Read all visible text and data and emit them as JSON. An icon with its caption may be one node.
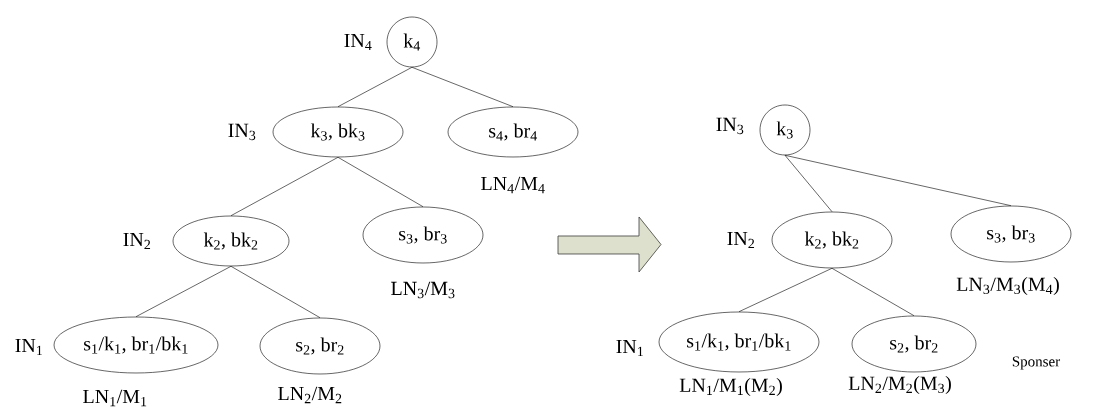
{
  "diagram": {
    "nodes": [
      {
        "text": [
          "k$_{4}$"
        ],
        "beside": [
          "IN$_{4}$"
        ]
      },
      {
        "text": [
          "k$_{3}$, bk$_{3}$"
        ],
        "beside": [
          "IN$_{3}$"
        ]
      },
      {
        "text": [
          "s$_{4}$, br$_{4}$"
        ],
        "beside": [
          "LN$_{4}$/M$_{4}$"
        ]
      },
      {
        "text": [
          "k$_{2}$, bk$_{2}$"
        ],
        "beside": [
          "IN$_{2}$"
        ]
      },
      {
        "text": [
          "s$_{3}$, br$_{3}$"
        ],
        "beside": [
          "LN$_{3}$/M$_{3}$"
        ]
      },
      {
        "text": [
          "s$_{1}$/k$_{1}$, br$_{1}$/bk$_{1}$"
        ],
        "beside": [
          "IN$_{1}$",
          "LN$_{1}$/M$_{1}$"
        ]
      },
      {
        "text": [
          "s$_{2}$, br$_{2}$"
        ],
        "beside": [
          "LN$_{2}$/M$_{2}$"
        ]
      },
      {
        "text": [
          "k$_{3}$"
        ],
        "beside": [
          "IN$_{3}$"
        ]
      },
      {
        "text": [
          "k$_{2}$, bk$_{2}$"
        ],
        "beside": [
          "IN$_{2}$"
        ]
      },
      {
        "text": [
          "s$_{3}$, br$_{3}$"
        ],
        "beside": [
          "LN$_{3}$/M$_{3}$(M$_{4}$)"
        ]
      },
      {
        "text": [
          "s$_{1}$/k$_{1}$, br$_{1}$/bk$_{1}$"
        ],
        "beside": [
          "IN$_{1}$",
          "LN$_{1}$/M$_{1}$(M$_{2}$)"
        ]
      },
      {
        "text": [
          "s$_{2}$, br$_{2}$"
        ],
        "beside": [
          "LN$_{2}$/M$_{2}$(M$_{3}$)",
          "Sponser"
        ]
      }
    ],
    "edges": [
      {
        "from": 0,
        "to": 1,
        "arrow": "none"
      },
      {
        "from": 0,
        "to": 2,
        "arrow": "none"
      },
      {
        "from": 1,
        "to": 3,
        "arrow": "none"
      },
      {
        "from": 1,
        "to": 4,
        "arrow": "none"
      },
      {
        "from": 3,
        "to": 5,
        "arrow": "none"
      },
      {
        "from": 3,
        "to": 6,
        "arrow": "none"
      },
      {
        "from": 7,
        "to": 8,
        "arrow": "none"
      },
      {
        "from": 7,
        "to": 9,
        "arrow": "none"
      },
      {
        "from": 8,
        "to": 10,
        "arrow": "none"
      },
      {
        "from": 8,
        "to": 11,
        "arrow": "none"
      }
    ]
  }
}
